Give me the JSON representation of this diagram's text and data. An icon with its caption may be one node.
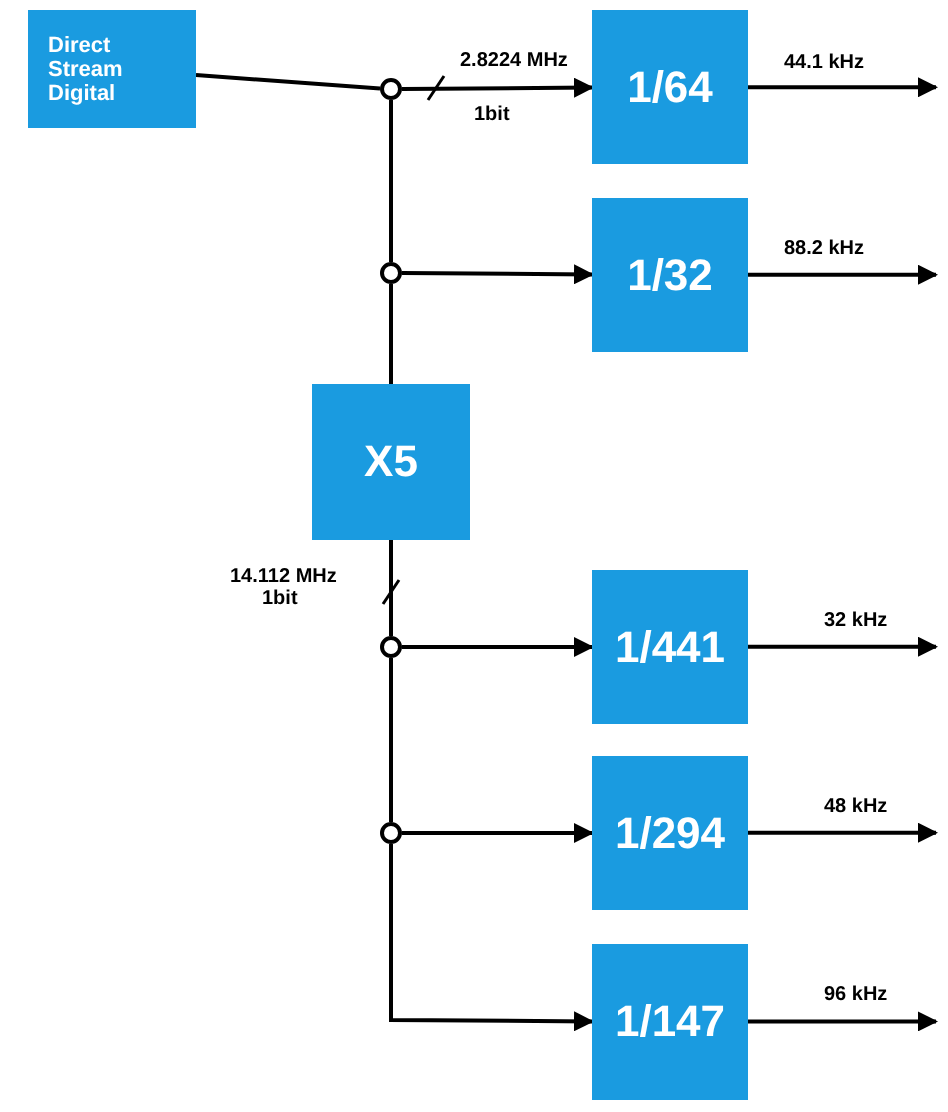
{
  "diagram": {
    "nodes": [
      {
        "text": [
          "Direct Stream Digital"
        ]
      },
      {
        "text": [],
        "shape": "circle"
      },
      {
        "text": [
          "1/64"
        ]
      },
      {
        "text": [],
        "shape": "circle"
      },
      {
        "text": [
          "1/32"
        ]
      },
      {
        "text": [
          "X5"
        ]
      },
      {
        "text": [],
        "shape": "circle"
      },
      {
        "text": [
          "1/441"
        ]
      },
      {
        "text": [],
        "shape": "circle"
      },
      {
        "text": [
          "1/294"
        ]
      },
      {
        "text": [
          "1/147"
        ]
      }
    ],
    "edges": [
      {
        "from": 0,
        "to": 1,
        "arrow": "none"
      },
      {
        "from": 1,
        "to": 2,
        "arrow": "to"
      },
      {
        "from": 2,
        "to": null,
        "arrow": "to",
        "label": "44.1 kHz"
      },
      {
        "from": 1,
        "to": 3,
        "arrow": "none"
      },
      {
        "from": 3,
        "to": 4,
        "arrow": "to"
      },
      {
        "from": 4,
        "to": null,
        "arrow": "to",
        "label": "88.2 kHz"
      },
      {
        "from": 3,
        "to": 5,
        "arrow": "none"
      },
      {
        "from": 5,
        "to": 6,
        "arrow": "none"
      },
      {
        "from": 6,
        "to": 7,
        "arrow": "to"
      },
      {
        "from": 7,
        "to": null,
        "arrow": "to",
        "label": "32 kHz"
      },
      {
        "from": 6,
        "to": 8,
        "arrow": "none"
      },
      {
        "from": 8,
        "to": 9,
        "arrow": "to"
      },
      {
        "from": 9,
        "to": null,
        "arrow": "to",
        "label": "48 kHz"
      },
      {
        "from": 8,
        "to": 10,
        "arrow": "to"
      },
      {
        "from": 10,
        "to": null,
        "arrow": "to",
        "label": "96 kHz"
      }
    ],
    "labels": [
      "2.8224 MHz",
      "1bit",
      "14.112 MHz",
      "1bit"
    ]
  }
}
